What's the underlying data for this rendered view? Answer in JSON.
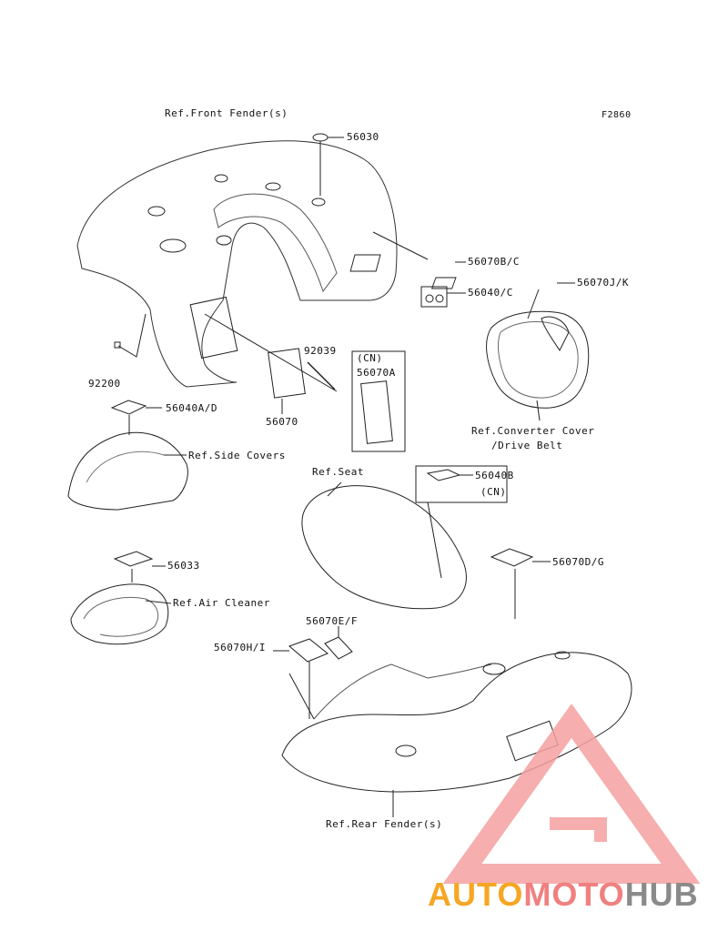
{
  "figure_code": "F2860",
  "parts": {
    "p56030": "56030",
    "p56070bc": "56070B/C",
    "p56040c": "56040/C",
    "p56070jk": "56070J/K",
    "p92039": "92039",
    "cn1": "(CN)",
    "p56070a": "56070A",
    "p92200": "92200",
    "p56070": "56070",
    "p56040ad": "56040A/D",
    "p56040b": "56040B",
    "cn2": "(CN)",
    "p56033": "56033",
    "p56070dg": "56070D/G",
    "p56070ef": "56070E/F",
    "p56070hi": "56070H/I"
  },
  "refs": {
    "front_fender": "Ref.Front Fender(s)",
    "converter_cover_1": "Ref.Converter Cover",
    "converter_cover_2": "/Drive Belt",
    "side_covers": "Ref.Side Covers",
    "seat": "Ref.Seat",
    "air_cleaner": "Ref.Air Cleaner",
    "rear_fender": "Ref.Rear Fender(s)"
  },
  "watermark": {
    "text_a": "AUTO",
    "text_b": "MOTO",
    "text_c": "HUB",
    "color_a": "#f5a623",
    "color_b": "#f08080",
    "color_c": "#8a8a8a",
    "triangle_color": "#f4a0a0"
  }
}
